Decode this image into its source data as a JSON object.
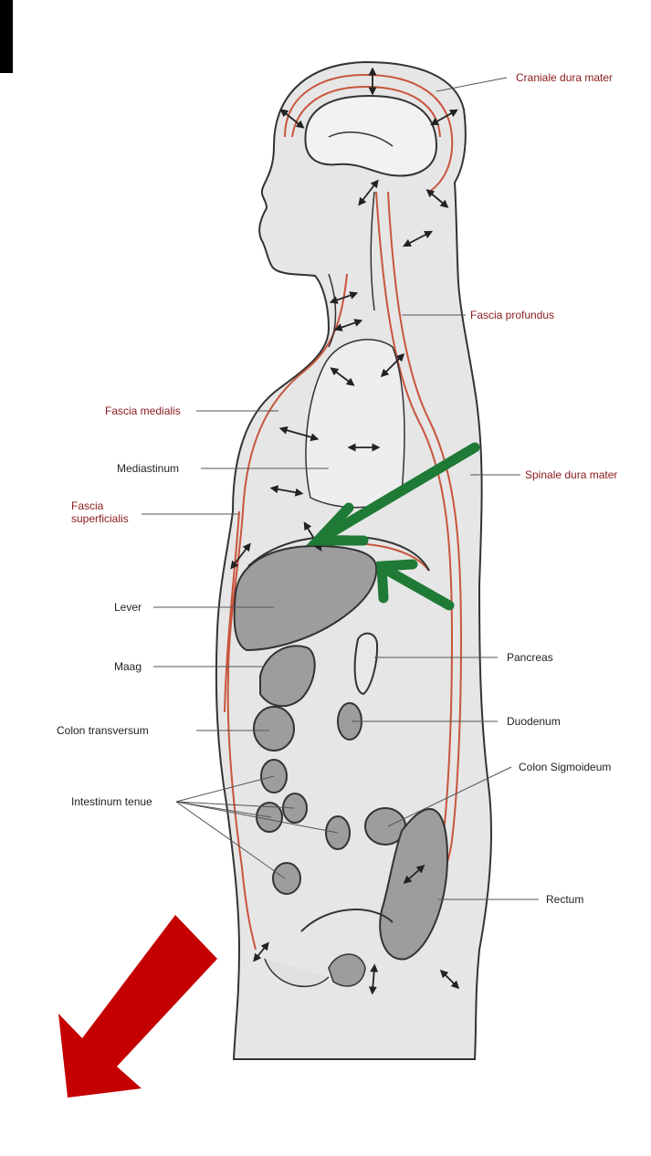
{
  "labels": {
    "craniale_dura_mater": "Craniale dura mater",
    "fascia_profundus": "Fascia profundus",
    "fascia_medialis": "Fascia medialis",
    "mediastinum": "Mediastinum",
    "spinale_dura_mater": "Spinale dura mater",
    "fascia_superficialis_line1": "Fascia",
    "fascia_superficialis_line2": "superficialis",
    "lever": "Lever",
    "maag": "Maag",
    "pancreas": "Pancreas",
    "colon_transversum": "Colon transversum",
    "duodenum": "Duodenum",
    "intestinum_tenue": "Intestinum tenue",
    "colon_sigmoideum": "Colon Sigmoideum",
    "rectum": "Rectum"
  },
  "colors": {
    "fascia_line": "#c8553d",
    "label_red": "#8b1a1a",
    "organ_fill": "#9a9a9a",
    "body_fill": "#e4e4e4",
    "green_arrow": "#1f7a35",
    "red_arrow": "#c40000"
  },
  "icons": [
    "double-arrow-icon",
    "green-arrow-icon",
    "red-arrow-icon"
  ]
}
